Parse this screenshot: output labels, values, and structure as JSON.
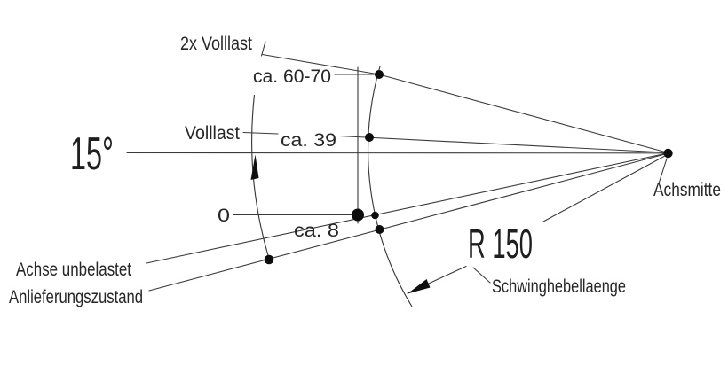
{
  "drawing": {
    "labels": {
      "load_2x": "2x Volllast",
      "dim_2x": "ca. 60-70",
      "load_full": "Volllast",
      "dim_full": "ca. 39",
      "angle": "15°",
      "dim_zero": "0",
      "dim_delivery": "ca. 8",
      "axle_unloaded": "Achse unbelastet",
      "delivery_state": "Anlieferungszustand",
      "radius": "R 150",
      "swing_lever_length": "Schwinghebellaenge",
      "axle_center": "Achsmitte"
    },
    "measurements": {
      "swing_angle_deg": 15,
      "lever_radius": 150,
      "travel_2x_volllast": "ca. 60-70",
      "travel_volllast": "ca. 39",
      "travel_unloaded": "0",
      "travel_delivery_below_zero": "ca. 8"
    },
    "colors": {
      "line": "#3a3a3a",
      "dot": "#0d0d0d",
      "text": "#262626",
      "background": "#ffffff"
    }
  }
}
